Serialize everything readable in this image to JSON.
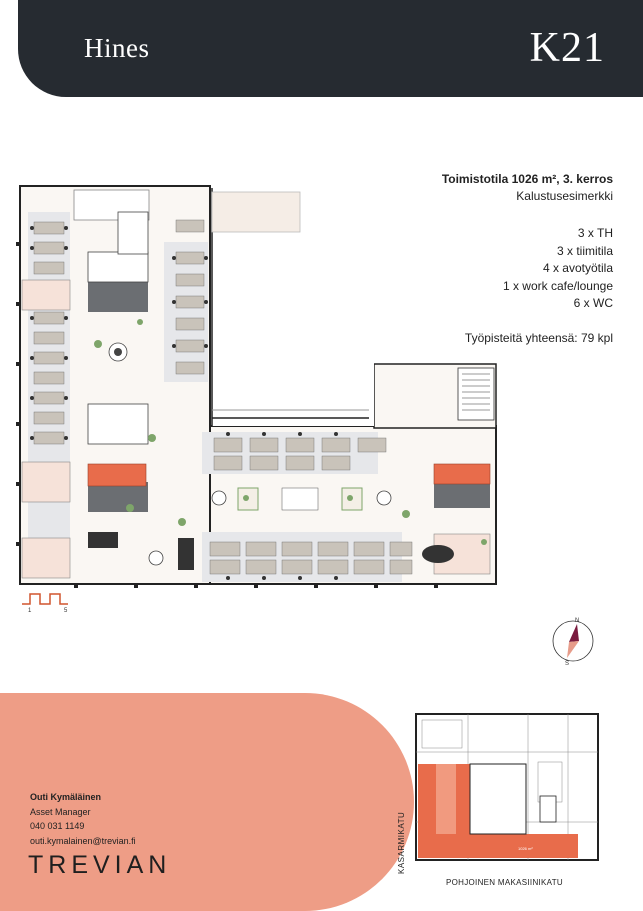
{
  "header": {
    "brand": "Hines",
    "code": "K21"
  },
  "info": {
    "title": "Toimistotila 1026 m², 3. kerros",
    "subtitle": "Kalustusesimerkki",
    "items": [
      "3 x TH",
      "3 x tiimitila",
      "4 x avotyötila",
      "1 x work cafe/lounge",
      "6 x WC"
    ],
    "total": "Työpisteitä yhteensä: 79 kpl"
  },
  "scale": {
    "start": "1",
    "end": "5"
  },
  "compass": {
    "north": "N",
    "south": "S"
  },
  "contact": {
    "name": "Outi Kymäläinen",
    "role": "Asset Manager",
    "phone": "040 031 1149",
    "email": "outi.kymalainen@trevian.fi",
    "company": "TREVIAN"
  },
  "keyplan": {
    "street_west": "KASARMIKATU",
    "street_south": "POHJOINEN MAKASIINIKATU",
    "area": "1026 m²"
  },
  "colors": {
    "header": "#262b31",
    "accent": "#ee9d86",
    "orange": "#e86c4b",
    "room": "#6b6e72"
  }
}
